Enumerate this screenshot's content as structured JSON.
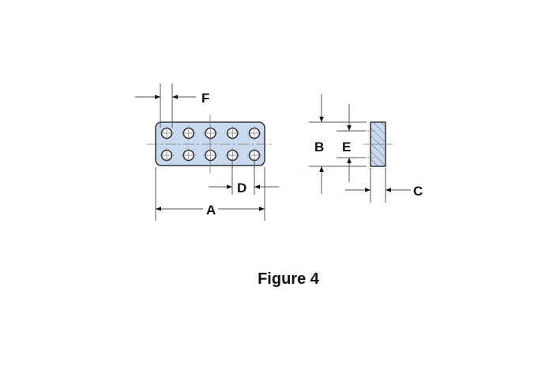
{
  "figure": {
    "caption": "Figure 4",
    "labels": {
      "A": "A",
      "B": "B",
      "C": "C",
      "D": "D",
      "E": "E",
      "F": "F"
    },
    "holes_per_row": 5,
    "rows": 2,
    "colors": {
      "plate_fill": "#c9daf0",
      "outline": "#333333",
      "dimension": "#555555"
    }
  }
}
